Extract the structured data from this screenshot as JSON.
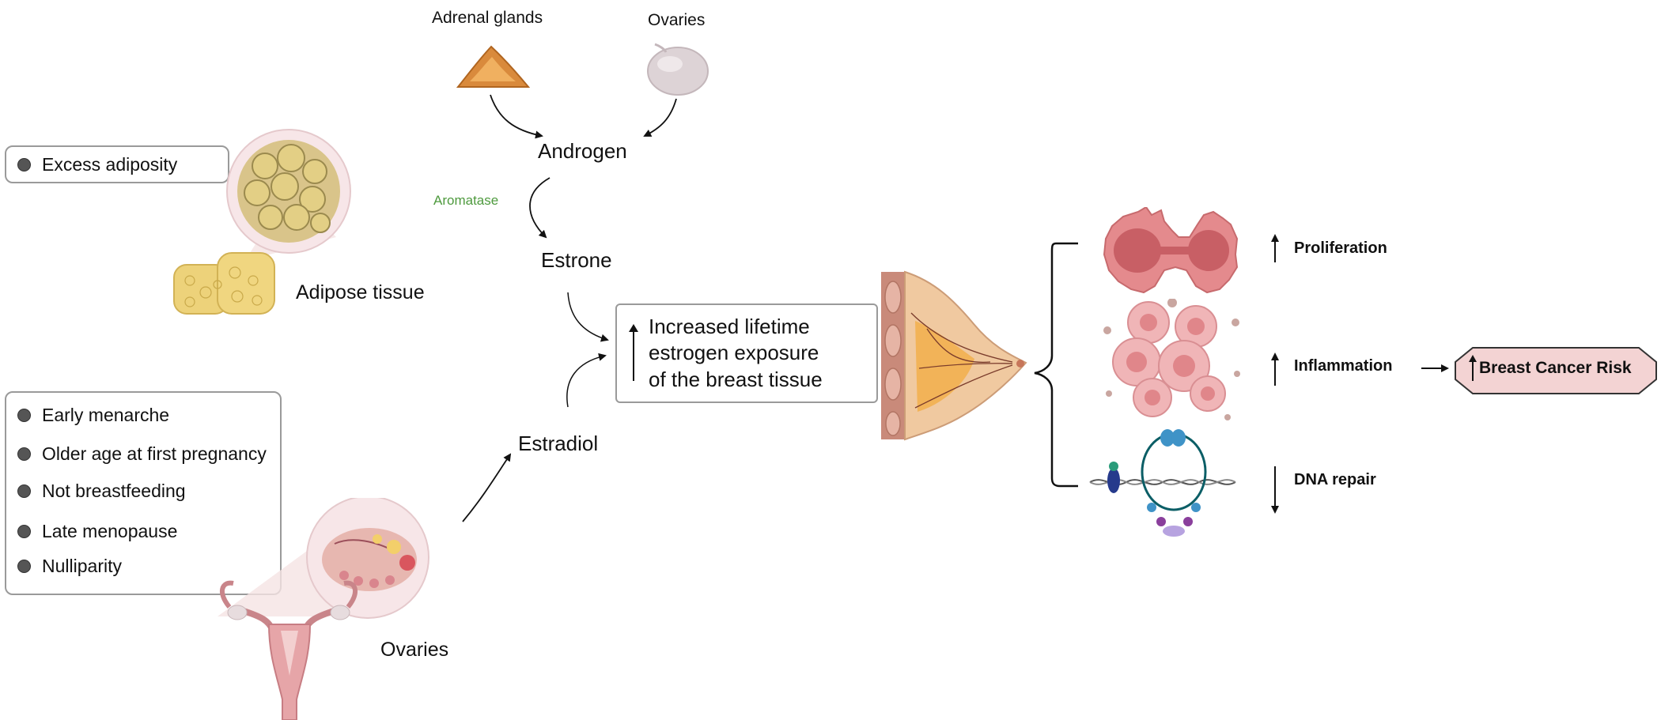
{
  "sources": {
    "adrenal_label": "Adrenal glands",
    "ovaries_top_label": "Ovaries",
    "androgen": "Androgen",
    "aromatase": "Aromatase",
    "estrone": "Estrone",
    "estradiol": "Estradiol",
    "adipose_label": "Adipose tissue",
    "ovaries_bottom_label": "Ovaries"
  },
  "risk_factors": {
    "adiposity": [
      "Excess adiposity"
    ],
    "reproductive": [
      "Early menarche",
      "Older age at first pregnancy",
      "Not breastfeeding",
      "Late menopause",
      "Nulliparity"
    ]
  },
  "center_box": {
    "lines": [
      "Increased lifetime",
      "estrogen exposure",
      "of the breast tissue"
    ]
  },
  "effects": [
    {
      "label": "Proliferation",
      "direction": "up"
    },
    {
      "label": "Inflammation",
      "direction": "up"
    },
    {
      "label": "DNA repair",
      "direction": "down"
    }
  ],
  "outcome": {
    "label": "Breast Cancer Risk",
    "direction": "up"
  },
  "colors": {
    "aromatase_text": "#4e9a3e",
    "outcome_fill": "#f3d3d3",
    "cell_pink": "#e48a8d",
    "adipose_yellow": "#e7cf7d"
  }
}
